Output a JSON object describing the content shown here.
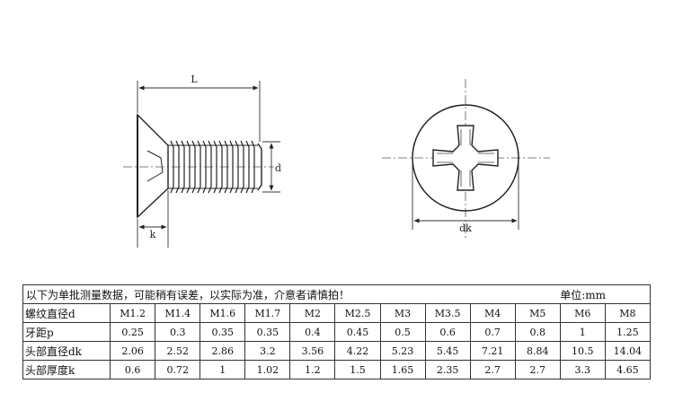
{
  "diagram": {
    "labels": {
      "length": "L",
      "diameter": "d",
      "head_thickness": "k",
      "head_diameter": "dk"
    }
  },
  "table": {
    "note": "以下为单批测量数据，可能稍有误差，以实际为准，介意者请慎拍！",
    "unit": "单位:mm",
    "rows": [
      {
        "label": "螺纹直径d",
        "values": [
          "M1.2",
          "M1.4",
          "M1.6",
          "M1.7",
          "M2",
          "M2.5",
          "M3",
          "M3.5",
          "M4",
          "M5",
          "M6",
          "M8"
        ]
      },
      {
        "label": "牙距p",
        "values": [
          "0.25",
          "0.3",
          "0.35",
          "0.35",
          "0.4",
          "0.45",
          "0.5",
          "0.6",
          "0.7",
          "0.8",
          "1",
          "1.25"
        ]
      },
      {
        "label": "头部直径dk",
        "values": [
          "2.06",
          "2.52",
          "2.86",
          "3.2",
          "3.56",
          "4.22",
          "5.23",
          "5.45",
          "7.21",
          "8.84",
          "10.5",
          "14.04"
        ]
      },
      {
        "label": "头部厚度k",
        "values": [
          "0.6",
          "0.72",
          "1",
          "1.02",
          "1.2",
          "1.5",
          "1.65",
          "2.35",
          "2.7",
          "2.7",
          "3.3",
          "4.65"
        ]
      }
    ]
  }
}
